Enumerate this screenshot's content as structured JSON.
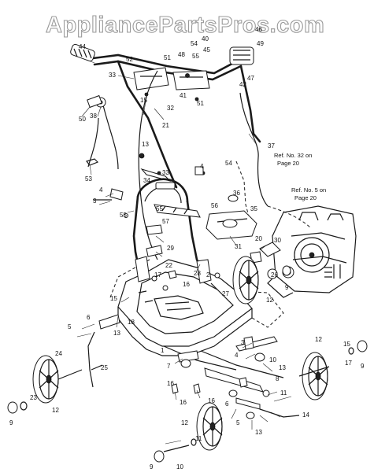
{
  "watermark": "AppliancePartsPros.com",
  "references": [
    {
      "line1": "Ref. No. 32 on",
      "line2": "Page 20"
    },
    {
      "line1": "Ref. No. 5 on",
      "line2": "Page 20"
    }
  ],
  "callouts": [
    "44",
    "33",
    "52",
    "51",
    "48",
    "54",
    "40",
    "55",
    "45",
    "46",
    "49",
    "47",
    "42",
    "50",
    "38",
    "15",
    "41",
    "51",
    "32",
    "21",
    "13",
    "37",
    "53",
    "33",
    "4",
    "34",
    "54",
    "4",
    "35",
    "36",
    "55",
    "3",
    "55",
    "56",
    "57",
    "20",
    "29",
    "31",
    "30",
    "22",
    "17",
    "28",
    "2",
    "9",
    "12",
    "16",
    "27",
    "26",
    "5",
    "6",
    "15",
    "13",
    "18",
    "1",
    "3",
    "7",
    "4",
    "10",
    "13",
    "8",
    "12",
    "15",
    "24",
    "25",
    "9",
    "23",
    "12",
    "16",
    "16",
    "6",
    "11",
    "17",
    "9",
    "16",
    "5",
    "13",
    "14",
    "12",
    "11",
    "9",
    "10"
  ]
}
